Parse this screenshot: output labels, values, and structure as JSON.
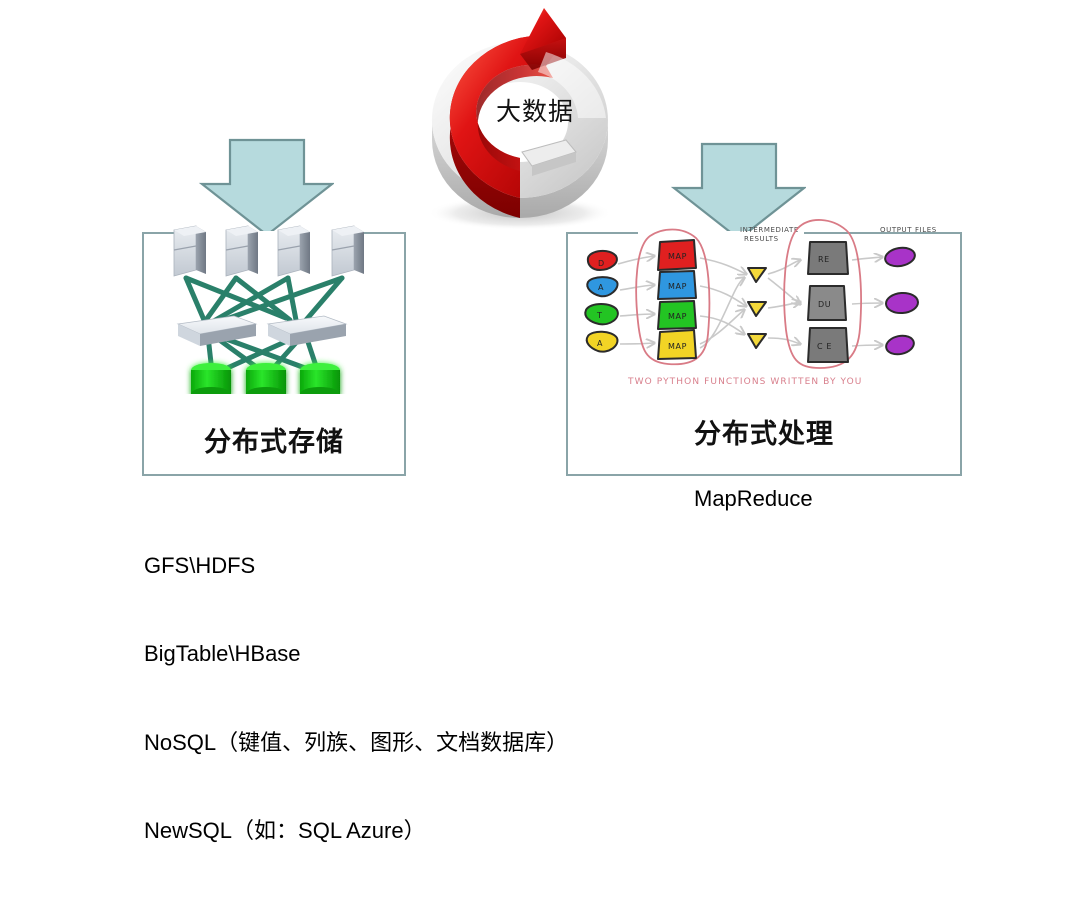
{
  "center": {
    "label": "大数据",
    "graphic": "circular-arrow-ring",
    "colors": {
      "arrow_red": "#d81f1f",
      "ring_white": "#dcdcdc"
    }
  },
  "arrows": {
    "fill": "#b6dadd",
    "stroke": "#6f9396",
    "left": {
      "name": "arrow-to-storage"
    },
    "right": {
      "name": "arrow-to-processing"
    }
  },
  "panels": [
    {
      "id": "storage",
      "title": "分布式存储",
      "footer": "",
      "border_color": "#8aa4a8",
      "graphic": "distributed-storage-topology",
      "graphic_parts": {
        "servers": 4,
        "switches": 2,
        "databases": 3,
        "link_color": "#1f7a63",
        "db_color": "#1fc41f",
        "server_color": "#c9cfd6"
      }
    },
    {
      "id": "processing",
      "title": "分布式处理",
      "footer": "MapReduce",
      "border_color": "#8aa4a8",
      "graphic": "mapreduce-sketch",
      "graphic_parts": {
        "input_blobs": [
          {
            "letter": "D",
            "color": "#e02020"
          },
          {
            "letter": "A",
            "color": "#2f97e0"
          },
          {
            "letter": "T",
            "color": "#23c423"
          },
          {
            "letter": "A",
            "color": "#f2d425"
          }
        ],
        "map_boxes": [
          {
            "label": "MAP",
            "color": "#e02020"
          },
          {
            "label": "MAP",
            "color": "#2f97e0"
          },
          {
            "label": "MAP",
            "color": "#23c423"
          },
          {
            "label": "MAP",
            "color": "#f2d425"
          }
        ],
        "intermediate_triangles": 3,
        "triangle_color": "#f4d93a",
        "reduce_boxes": [
          {
            "label": "RE"
          },
          {
            "label": "DU"
          },
          {
            "label": "CE"
          }
        ],
        "reduce_color": "#7a7a7a",
        "output_blobs": 3,
        "output_color": "#a833c8",
        "annotations": {
          "intermediate": "INTERMEDIATE RESULTS",
          "output": "OUTPUT FILES",
          "bottom": "TWO PYTHON FUNCTIONS WRITTEN BY YOU"
        },
        "lasso_color": "#d97b86"
      }
    }
  ],
  "notes": {
    "lines": [
      "GFS\\HDFS",
      "BigTable\\HBase",
      "NoSQL（键值、列族、图形、文档数据库）",
      "NewSQL（如：SQL Azure）"
    ]
  }
}
